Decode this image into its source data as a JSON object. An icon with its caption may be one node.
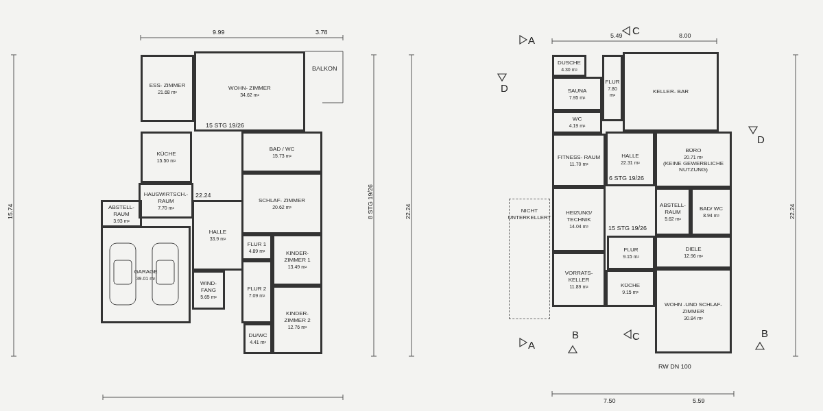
{
  "diagram": {
    "nodes": [
      {
        "text": [
          "ESS- ZIMMER",
          "21.68 m²"
        ]
      },
      {
        "text": [
          "WOHN- ZIMMER",
          "34.62 m²"
        ]
      },
      {
        "text": [
          "KÜCHE",
          "15.50 m²"
        ]
      },
      {
        "text": [
          "BAD / WC",
          "15.73 m²"
        ]
      },
      {
        "text": [
          "HAUSWIRTSCH.- RAUM",
          "7.70 m²"
        ]
      },
      {
        "text": [
          "ABSTELL- RAUM",
          "3.93 m²"
        ]
      },
      {
        "text": [
          "SCHLAF- ZIMMER",
          "20.62 m²"
        ]
      },
      {
        "text": [
          "GARAGE",
          "39.01 m²"
        ]
      },
      {
        "text": [
          "HALLE",
          "33.9 m²"
        ]
      },
      {
        "text": [
          "FLUR 1",
          "4.89 m²"
        ]
      },
      {
        "text": [
          "KINDER- ZIMMER 1",
          "13.49 m²"
        ]
      },
      {
        "text": [
          "FLUR 2",
          "7.09 m²"
        ]
      },
      {
        "text": [
          "WIND- FANG",
          "5.65 m²"
        ]
      },
      {
        "text": [
          "KINDER- ZIMMER 2",
          "12.76 m²"
        ]
      },
      {
        "text": [
          "DU/WC",
          "4.41 m²"
        ]
      },
      {
        "text": [
          "DUSCHE",
          "4.30 m²"
        ]
      },
      {
        "text": [
          "SAUNA",
          "7.95 m²"
        ]
      },
      {
        "text": [
          "FLUR",
          "7.80 m²"
        ]
      },
      {
        "text": [
          "WC",
          "4.19 m²"
        ]
      },
      {
        "text": [
          "KELLER- BAR"
        ]
      },
      {
        "text": [
          "FITNESS- RAUM",
          "11.70 m²"
        ]
      },
      {
        "text": [
          "HALLE",
          "22.31 m²"
        ]
      },
      {
        "text": [
          "BÜRO",
          "20.71 m²",
          "(KEINE GEWERBLICHE NUTZUNG)"
        ]
      },
      {
        "text": [
          "HEIZUNG/ TECHNIK",
          "14.04 m²"
        ]
      },
      {
        "text": [
          "ABSTELL- RAUM",
          "5.62 m²"
        ]
      },
      {
        "text": [
          "BAD/ WC",
          "8.94 m²"
        ]
      },
      {
        "text": [
          "FLUR",
          "9.15 m²"
        ]
      },
      {
        "text": [
          "DIELE",
          "12.96 m²"
        ]
      },
      {
        "text": [
          "VORRATS- KELLER",
          "11.89 m²"
        ]
      },
      {
        "text": [
          "KÜCHE",
          "9.15 m²"
        ]
      },
      {
        "text": [
          "WOHN -UND SCHLAF- ZIMMER",
          "30.84 m²"
        ]
      },
      {
        "text": [
          "NICHT UNTERKELLERT"
        ]
      }
    ],
    "labels": [
      "BALKON",
      "9.99",
      "3.78",
      "15.74",
      "8 STG 19/26",
      "15 STG 19/26",
      "22.24",
      "22.24",
      "A",
      "C",
      "D",
      "5.49",
      "8.00",
      "D",
      "6 STG 19/26",
      "15 STG 19/26",
      "A",
      "B",
      "C",
      "B",
      "7.50",
      "5.59",
      "RW DN 100",
      "22.24"
    ]
  }
}
